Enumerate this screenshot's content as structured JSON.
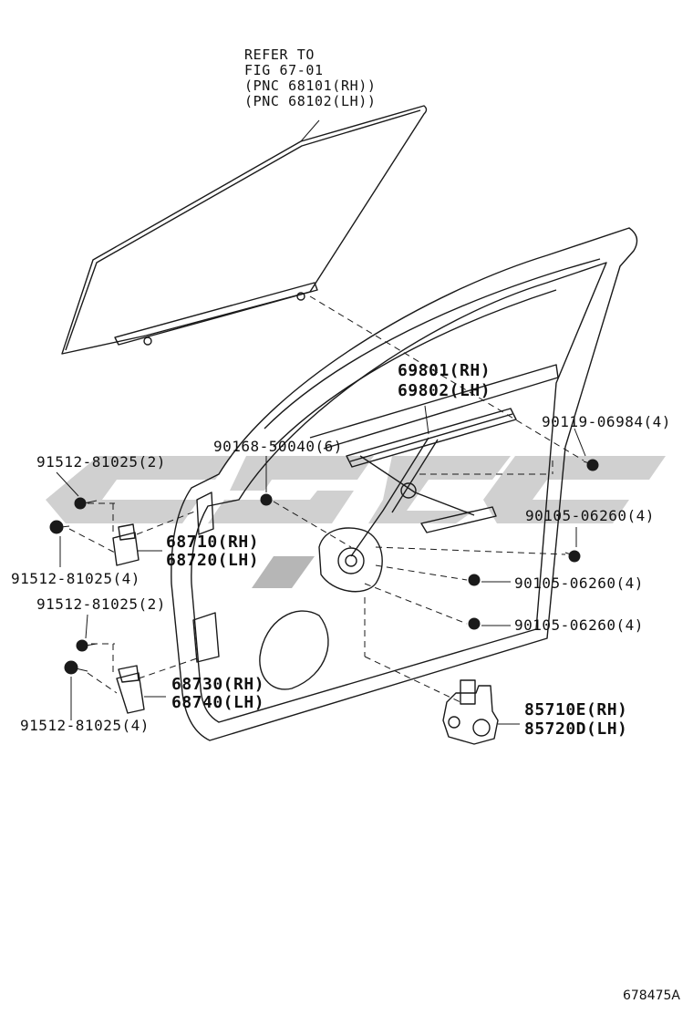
{
  "reference_note": {
    "lines": [
      "REFER TO",
      "FIG 67-01",
      "(PNC 68101(RH))",
      "(PNC 68102(LH))"
    ]
  },
  "parts": [
    {
      "id": "regulator_rh",
      "text": "69801(RH)"
    },
    {
      "id": "regulator_lh",
      "text": "69802(LH)"
    },
    {
      "id": "bolt_90119",
      "text": "90119-06984(4)"
    },
    {
      "id": "bolt_90168",
      "text": "90168-50040(6)"
    },
    {
      "id": "bolt_91512_a",
      "text": "91512-81025(2)"
    },
    {
      "id": "bolt_91512_b",
      "text": "91512-81025(4)"
    },
    {
      "id": "hinge_upper_rh",
      "text": "68710(RH)"
    },
    {
      "id": "hinge_upper_lh",
      "text": "68720(LH)"
    },
    {
      "id": "bolt_90105_a",
      "text": "90105-06260(4)"
    },
    {
      "id": "bolt_90105_b",
      "text": "90105-06260(4)"
    },
    {
      "id": "bolt_90105_c",
      "text": "90105-06260(4)"
    },
    {
      "id": "bolt_91512_c",
      "text": "91512-81025(2)"
    },
    {
      "id": "bolt_91512_d",
      "text": "91512-81025(4)"
    },
    {
      "id": "hinge_lower_rh",
      "text": "68730(RH)"
    },
    {
      "id": "hinge_lower_lh",
      "text": "68740(LH)"
    },
    {
      "id": "motor_rh",
      "text": "85710E(RH)"
    },
    {
      "id": "motor_lh",
      "text": "85720D(LH)"
    }
  ],
  "figure_code": "678475A",
  "colors": {
    "line": "#1a1a1a",
    "watermark": "#c4c4c4",
    "background": "#ffffff"
  }
}
